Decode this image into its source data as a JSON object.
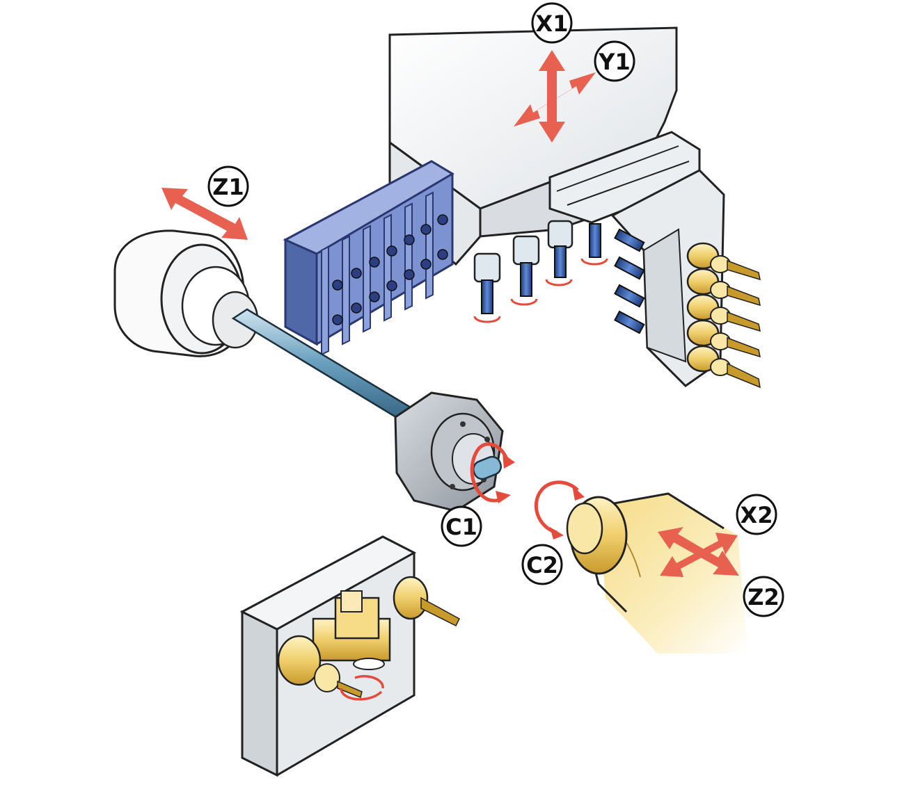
{
  "colors": {
    "arrow_red": "#e8604f",
    "rotate_red": "#e64a3a",
    "tool_blue": "#6f86c9",
    "tool_blue_dark": "#3d4f8f",
    "machine_gray": "#e6e9ec",
    "brass": "#e8c86a",
    "brass_light": "#fbe9a8",
    "shaft_blue": "#4a7f9c",
    "outline": "#222222"
  },
  "axes": {
    "x1": "X1",
    "y1": "Y1",
    "z1": "Z1",
    "c1": "C1",
    "c2": "C2",
    "x2": "X2",
    "z2": "Z2"
  }
}
